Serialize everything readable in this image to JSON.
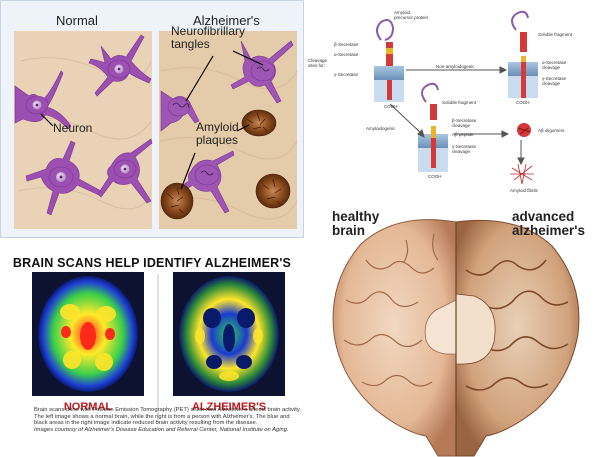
{
  "neuron_panel": {
    "normal_title": "Normal",
    "alz_title": "Alzheimer's",
    "label_neuron": "Neuron",
    "label_tangles": "Neurofibrillary\ntangles",
    "label_plaques": "Amyloid\nplaques",
    "colors": {
      "tissue": "#e8d3b8",
      "neuron": "#9a4fb1",
      "plaque": "#8a4a1c"
    }
  },
  "pathway": {
    "app": "Amyloid precursor protein",
    "secretase_beta": "β-Secretase",
    "secretase_alpha": "α-Secretase",
    "secretase_gamma": "γ-Secretase",
    "cleavage_sites": "Cleavage sites for:",
    "non_amyloidogenic": "Non-amyloidogenic",
    "amyloidogenic": "Amyloidogenic",
    "soluble_fragment": "Soluble fragment",
    "alpha_cleavage": "α-Secretase cleavage",
    "gamma_cleavage": "γ-Secretase cleavage",
    "beta_cleavage": "β-Secretase cleavage",
    "ab_peptide": "Aβ peptide",
    "ab_oligomers": "Aβ oligomers",
    "amyloid_fibrils": "Amyloid fibrils",
    "cooh": "COOH"
  },
  "pet": {
    "title": "BRAIN SCANS HELP IDENTIFY ALZHEIMER'S",
    "normal_caption": "NORMAL",
    "alz_caption": "ALZHEIMER'S",
    "description": "Brain scans done with Positron Emission Tomography (PET) show how Alzheimer's affects brain activity. The left image shows a normal brain, while the right is from a person with Alzheimer's. The blue and black areas in the right image indicate reduced brain activity resulting from the disease.",
    "credit": "Images courtesy of Alzheimer's Disease Education and Referral Center, National Institute on Aging."
  },
  "brain": {
    "healthy_label": "healthy\nbrain",
    "advanced_label": "advanced\nalzheimer's"
  }
}
